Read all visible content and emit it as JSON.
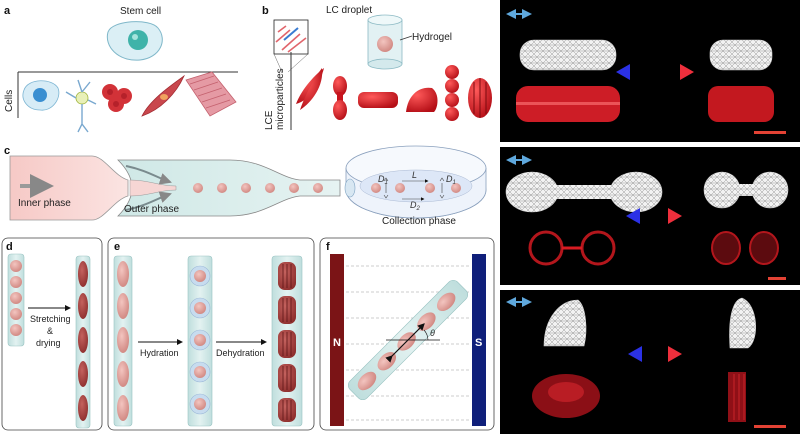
{
  "panel_a": {
    "label": "a",
    "stem_cell": "Stem cell",
    "cells": "Cells"
  },
  "panel_b": {
    "label": "b",
    "lc_droplet": "LC droplet",
    "hydrogel": "Hydrogel",
    "lce_line1": "LCE",
    "lce_line2": "microparticles"
  },
  "panel_c": {
    "label": "c",
    "inner_phase": "Inner phase",
    "outer_phase": "Outer phase",
    "collection_phase": "Collection phase",
    "var_d1_left": "D",
    "sub_1_left": "1",
    "var_l": "L",
    "var_d1_right": "D",
    "sub_1_right": "1",
    "var_d2": "D",
    "sub_2": "2"
  },
  "panel_d": {
    "label": "d",
    "step_line1": "Stretching",
    "step_line2": "&",
    "step_line3": "drying"
  },
  "panel_e": {
    "label": "e",
    "step_1": "Hydration",
    "step_2": "Dehydration"
  },
  "panel_f": {
    "label": "f",
    "north": "N",
    "south": "S",
    "theta": "θ"
  },
  "colors": {
    "droplet": "#d9958f",
    "lce_red": "#c8141e",
    "magnet_north": "#7b1416",
    "magnet_south": "#0f1f7a",
    "arrow_blue": "#3b2bd1",
    "arrow_red": "#e0303a",
    "scale_bar": "#e34234",
    "polarizer": "#5fa8dd"
  }
}
